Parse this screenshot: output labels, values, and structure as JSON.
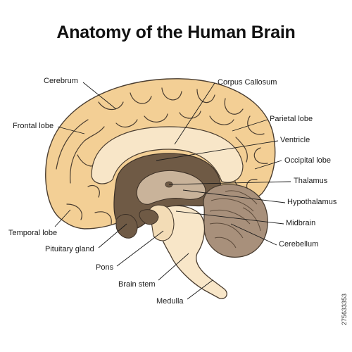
{
  "title": "Anatomy of the Human Brain",
  "labels": {
    "cerebrum": "Cerebrum",
    "frontal_lobe": "Frontal lobe",
    "temporal_lobe": "Temporal lobe",
    "pituitary_gland": "Pituitary gland",
    "pons": "Pons",
    "brain_stem": "Brain stem",
    "medulla": "Medulla",
    "corpus_callosum": "Corpus Callosum",
    "parietal_lobe": "Parietal lobe",
    "ventricle": "Ventricle",
    "occipital_lobe": "Occipital lobe",
    "thalamus": "Thalamus",
    "hypothalamus": "Hypothalamus",
    "midbrain": "Midbrain",
    "cerebellum": "Cerebellum"
  },
  "stock_id": "275633353",
  "colors": {
    "cortex": "#f3cf95",
    "cortex_dark": "#e8b97a",
    "inner_light": "#f8e6c8",
    "deep_brown": "#6f5a45",
    "cerebellum": "#a8907b",
    "cerebellum_dark": "#7e6856",
    "outline": "#4a3d30"
  }
}
